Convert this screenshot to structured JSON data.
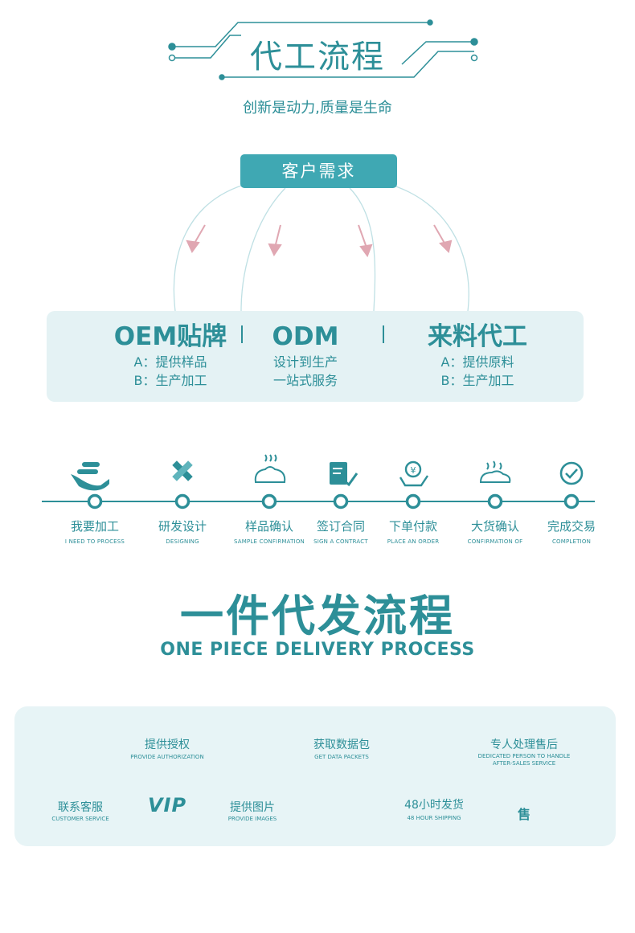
{
  "header": {
    "title": "代工流程",
    "subtitle": "创新是动力,质量是生命"
  },
  "need": {
    "label": "客户需求"
  },
  "modes": [
    {
      "title": "OEM贴牌",
      "lines": [
        "A：提供样品",
        "B：生产加工"
      ]
    },
    {
      "title": "ODM",
      "lines": [
        "设计到生产",
        "一站式服务"
      ]
    },
    {
      "title": "来料代工",
      "lines": [
        "A：提供原料",
        "B：生产加工"
      ]
    }
  ],
  "steps": [
    {
      "label": "我要加工",
      "en": "I NEED TO PROCESS",
      "icon": "hand-coin-icon"
    },
    {
      "label": "研发设计",
      "en": "DESIGNING",
      "icon": "pencil-ruler-icon"
    },
    {
      "label": "样品确认",
      "en": "SAMPLE CONFIRMATION",
      "icon": "bread-icon"
    },
    {
      "label": "签订合同",
      "en": "SIGN A CONTRACT",
      "icon": "contract-icon"
    },
    {
      "label": "下单付款",
      "en": "PLACE AN ORDER",
      "icon": "payment-icon"
    },
    {
      "label": "大货确认",
      "en": "CONFIRMATION OF",
      "icon": "bulk-goods-icon"
    },
    {
      "label": "完成交易",
      "en": "COMPLETION",
      "icon": "check-circle-icon"
    }
  ],
  "dropship": {
    "title": "一件代发流程",
    "subtitle": "ONE PIECE DELIVERY PROCESS",
    "top_items": [
      {
        "label": "提供授权",
        "en": "PROVIDE AUTHORIZATION"
      },
      {
        "label": "获取数据包",
        "en": "GET DATA PACKETS"
      },
      {
        "label": "专人处理售后",
        "en1": "DEDICATED PERSON TO HANDLE",
        "en2": "AFTER-SALES SERVICE"
      }
    ],
    "bottom_items": [
      {
        "label": "联系客服",
        "en": "CUSTOMER SERVICE"
      },
      {
        "label": "提供图片",
        "en": "PROVIDE IMAGES"
      },
      {
        "label": "48小时发货",
        "en": "48 HOUR SHIPPING"
      }
    ],
    "vip": "VIP",
    "sale_glyph": "售"
  },
  "colors": {
    "teal": "#2d8f98",
    "button": "#3fa8b3",
    "panel": "#e4f2f4",
    "arrow": "#e0a7b2"
  }
}
